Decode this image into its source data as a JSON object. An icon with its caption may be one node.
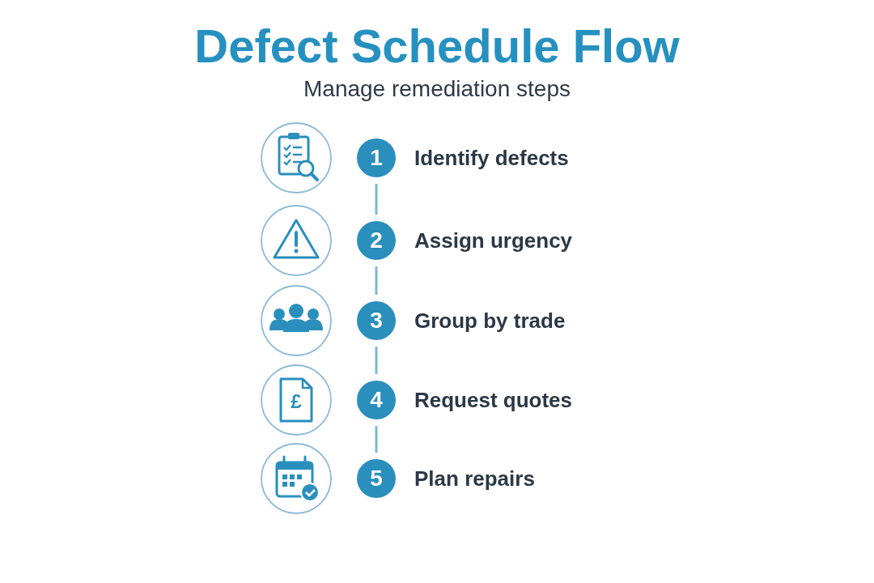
{
  "diagram": {
    "title": "Defect Schedule Flow",
    "caption": "Manage remediation steps",
    "nodes": [
      {
        "text": [
          "1"
        ],
        "beside": [
          "Identify defects"
        ]
      },
      {
        "text": [
          "2"
        ],
        "beside": [
          "Assign urgency"
        ]
      },
      {
        "text": [
          "3"
        ],
        "beside": [
          "Group by trade"
        ]
      },
      {
        "text": [
          "4"
        ],
        "beside": [
          "Request quotes"
        ]
      },
      {
        "text": [
          "5"
        ],
        "beside": [
          "Plan repairs"
        ]
      }
    ],
    "edges": [
      {
        "from": 0,
        "to": 1,
        "arrow": "none"
      },
      {
        "from": 1,
        "to": 2,
        "arrow": "none"
      },
      {
        "from": 2,
        "to": 3,
        "arrow": "none"
      },
      {
        "from": 3,
        "to": 4,
        "arrow": "none"
      }
    ],
    "labels": [
      "£"
    ]
  }
}
